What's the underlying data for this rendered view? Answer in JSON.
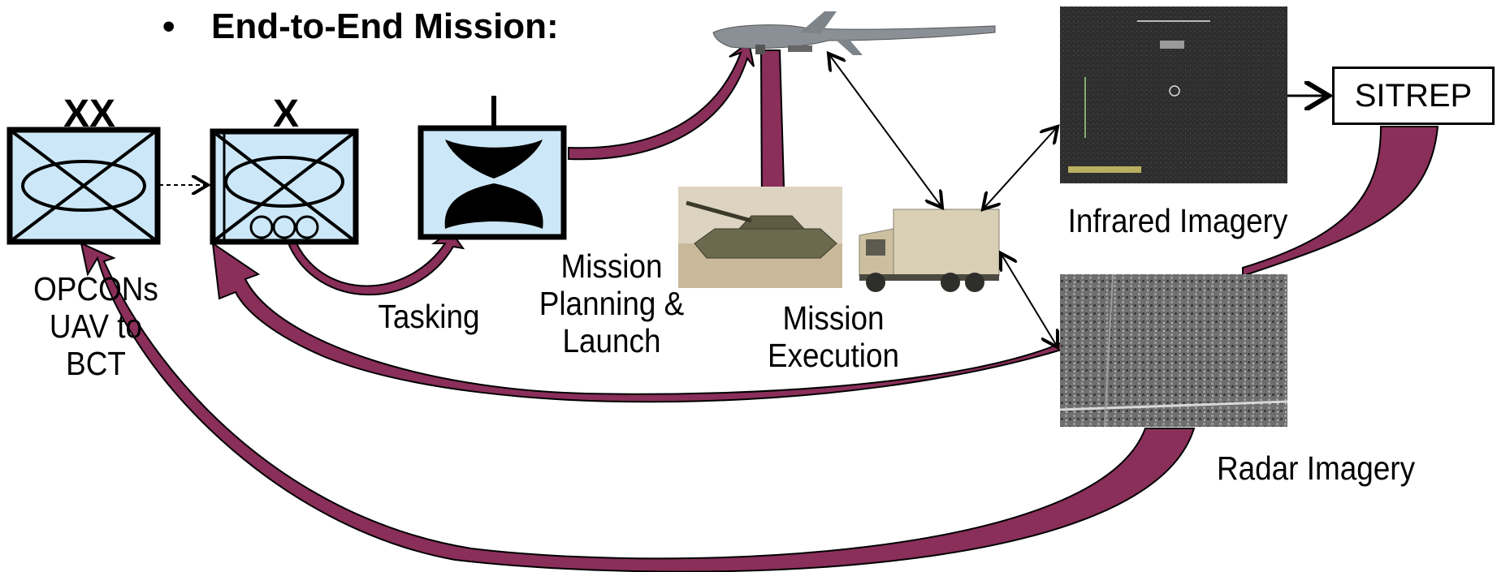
{
  "heading": {
    "bullet": "•",
    "text": "End-to-End Mission:"
  },
  "labels": {
    "opcons": "OPCONs\nUAV to BCT",
    "tasking": "Tasking",
    "mission_planning": "Mission\nPlanning &\nLaunch",
    "mission_execution": "Mission\nExecution",
    "infrared": "Infrared Imagery",
    "radar": "Radar Imagery",
    "sitrep": "SITREP"
  },
  "unit_symbols": {
    "division_echelon": "XX",
    "brigade_echelon": "X",
    "company_echelon": "I"
  },
  "colors": {
    "arrow_fill": "#8a2e5a",
    "symbol_fill": "#cce8f8",
    "outline": "#000000"
  }
}
